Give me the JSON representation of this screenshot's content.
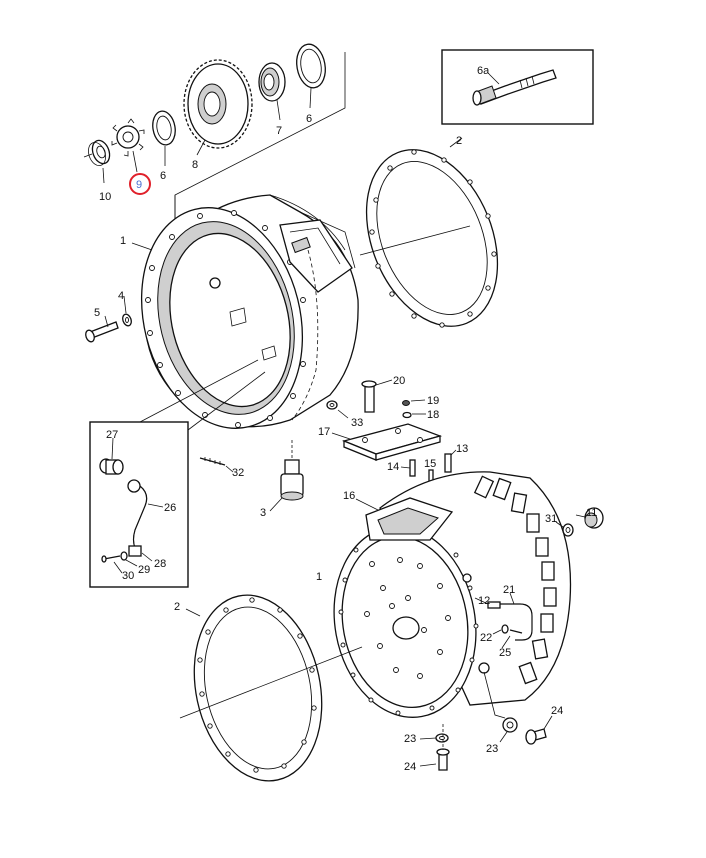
{
  "diagram": {
    "highlight_color": "#e0202a",
    "highlight_text_color": "#4a6fd1",
    "callouts": {
      "c1a": "1",
      "c1b": "1",
      "c2a": "2",
      "c2b": "2",
      "c3": "3",
      "c4": "4",
      "c5": "5",
      "c6": "6",
      "c6b": "6",
      "c6a": "6a",
      "c7": "7",
      "c8": "8",
      "c9": "9",
      "c10": "10",
      "c11": "11",
      "c12": "12",
      "c13": "13",
      "c14": "14",
      "c15": "15",
      "c16": "16",
      "c17": "17",
      "c18": "18",
      "c19": "19",
      "c20": "20",
      "c21": "21",
      "c22": "22",
      "c23a": "23",
      "c23b": "23",
      "c24a": "24",
      "c24b": "24",
      "c25": "25",
      "c26": "26",
      "c27": "27",
      "c28": "28",
      "c29": "29",
      "c30": "30",
      "c31": "31",
      "c32": "32",
      "c33": "33"
    }
  }
}
